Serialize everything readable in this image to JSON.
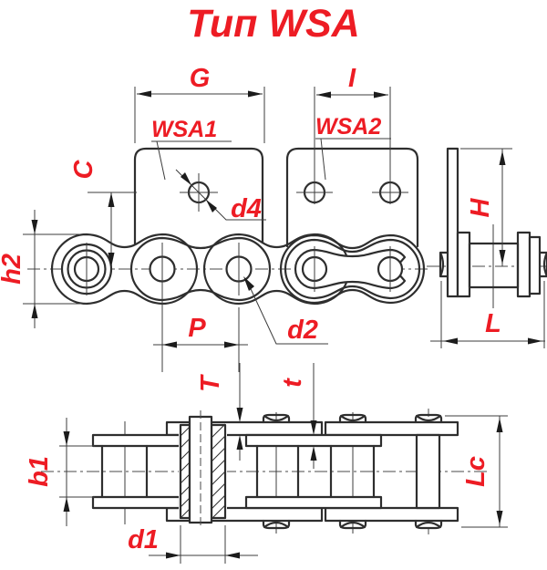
{
  "title": "Тип WSA",
  "colors": {
    "label_red": "#ED1C24",
    "line_dark": "#2e2e2e",
    "background": "#ffffff"
  },
  "labels": {
    "g": "G",
    "i": "I",
    "wsa1": "WSA1",
    "wsa2": "WSA2",
    "c": "C",
    "h2": "h2",
    "p": "P",
    "d2": "d2",
    "d4": "d4",
    "h": "H",
    "l": "L",
    "t_upper": "T",
    "t_lower": "t",
    "b1": "b1",
    "d1": "d1",
    "lc": "Lc"
  }
}
